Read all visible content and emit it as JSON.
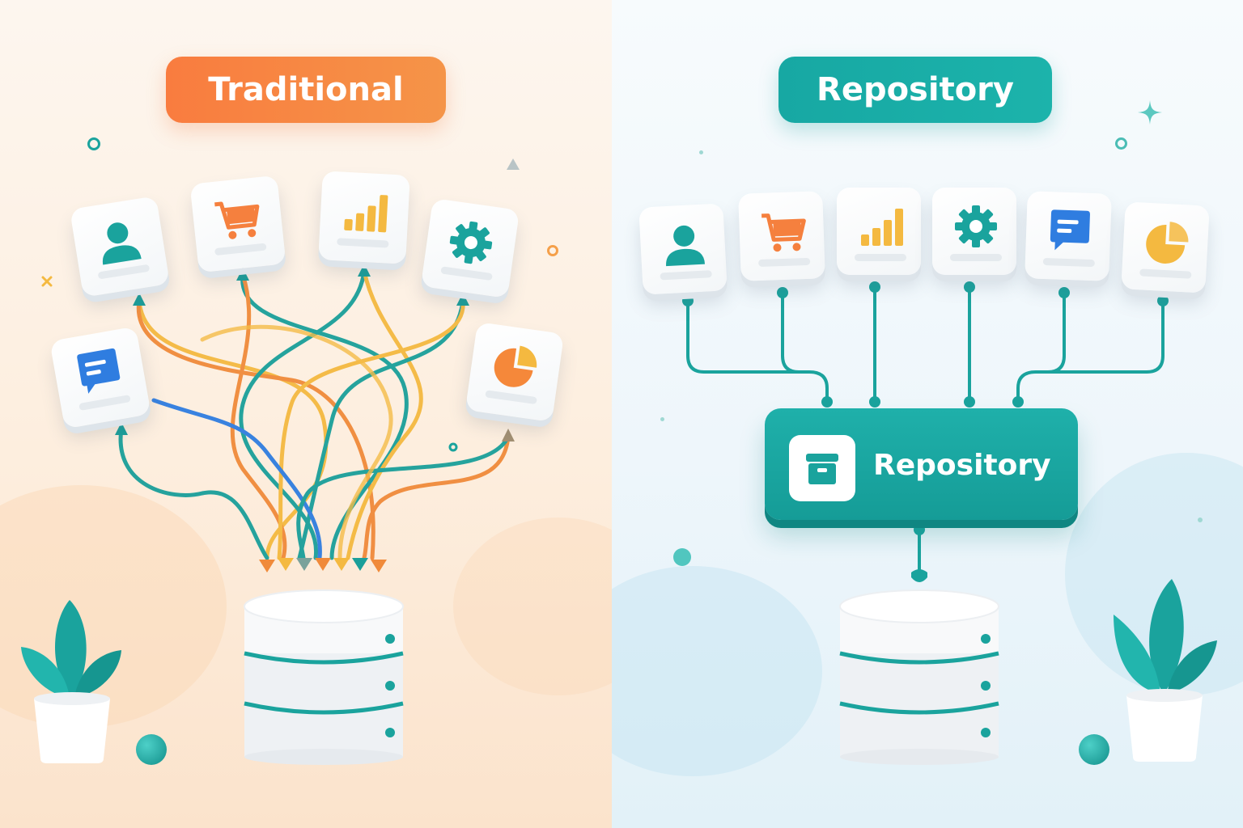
{
  "left_panel": {
    "title": "Traditional"
  },
  "right_panel": {
    "title": "Repository",
    "repository_label": "Repository"
  },
  "colors": {
    "orange": "#f97c3f",
    "teal": "#17a8a3",
    "yellow": "#f4b940",
    "blue": "#2f7de0",
    "left_background": "#fdf0e4",
    "right_background": "#eef6fb"
  },
  "icons": {
    "left_cards": [
      "user-icon",
      "cart-icon",
      "bar-chart-icon",
      "gear-icon",
      "chat-icon",
      "pie-chart-icon"
    ],
    "right_cards": [
      "user-icon",
      "cart-icon",
      "bar-chart-icon",
      "gear-icon",
      "chat-icon",
      "pie-chart-icon"
    ],
    "repository": "archive-box-icon",
    "database": "database-icon"
  }
}
